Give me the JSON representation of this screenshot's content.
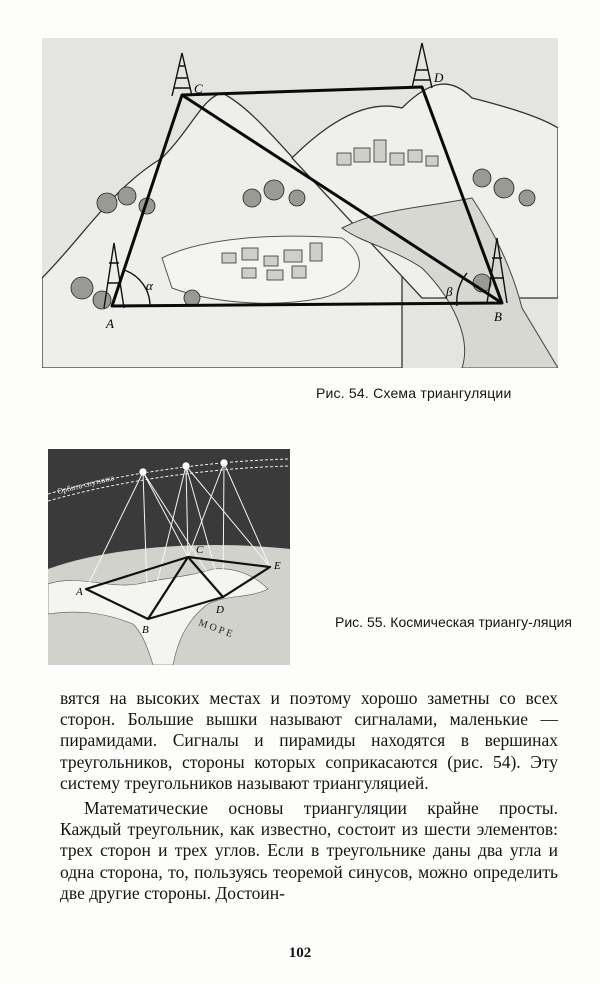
{
  "figure54": {
    "caption": "Рис. 54. Схема триангуляции",
    "labels": {
      "a": "A",
      "b": "B",
      "c": "C",
      "d": "D",
      "alpha": "α",
      "beta": "β"
    }
  },
  "figure55": {
    "caption": "Рис. 55. Космическая триангу-ляция",
    "labels": {
      "a": "A",
      "b": "B",
      "c": "C",
      "d": "D",
      "e": "E",
      "orbit": "Орбита спутника",
      "sea": "М О Р Е"
    }
  },
  "paragraphs": [
    "вятся на высоких местах и поэтому хорошо заметны со всех сторон. Большие вышки называют сигналами, маленькие — пирамидами. Сигналы и пирамиды находятся в вершинах треугольников, стороны которых соприкасаются (рис. 54). Эту систему треугольников называют триангуляцией.",
    "Математические основы триангуляции крайне просты. Каждый треугольник, как известно, состоит из шести элементов: трех сторон и трех углов. Если в треугольнике даны два угла и одна сторона, то, пользуясь теоремой синусов, можно определить две другие стороны. Достоин-"
  ],
  "page_number": "102"
}
